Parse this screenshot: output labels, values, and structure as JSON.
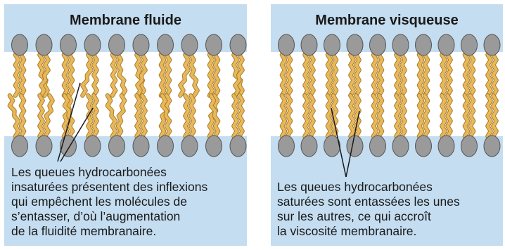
{
  "panels": [
    {
      "title": "Membrane fluide",
      "caption": [
        "Les queues hydrocarbonées",
        "insaturées présentent des inflexions",
        "qui empêchent les molécules de",
        "s’entasser, d’où l’augmentation",
        "de la fluidité membranaire."
      ]
    },
    {
      "title": "Membrane visqueuse",
      "caption": [
        "Les queues hydrocarbonées",
        "saturées sont entassées les unes",
        "sur les autres, ce qui accroît",
        "la viscosité membranaire."
      ]
    }
  ],
  "colors": {
    "background": "#c4ddf0",
    "core": "#ffffff",
    "head_fill": "#9a9a9a",
    "tail": "#e8b85a",
    "tail_outline": "#a87d2a",
    "pointer": "#1a1a1a"
  }
}
